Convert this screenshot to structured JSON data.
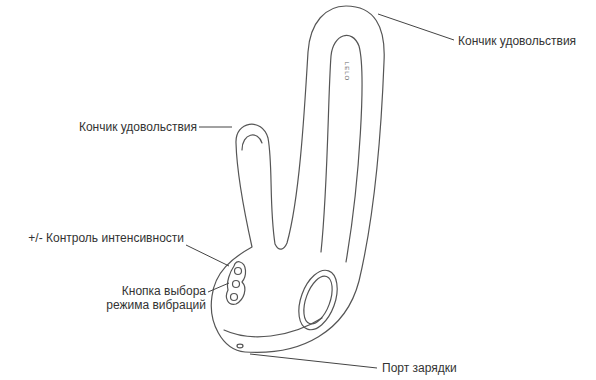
{
  "diagram": {
    "labels": [
      "Кончик удовольствия",
      "LELO",
      "Кончик удовольствия",
      "+/- Контроль интенсивности",
      "Кнопка выбора режима вибраций",
      "Порт зарядки"
    ]
  }
}
